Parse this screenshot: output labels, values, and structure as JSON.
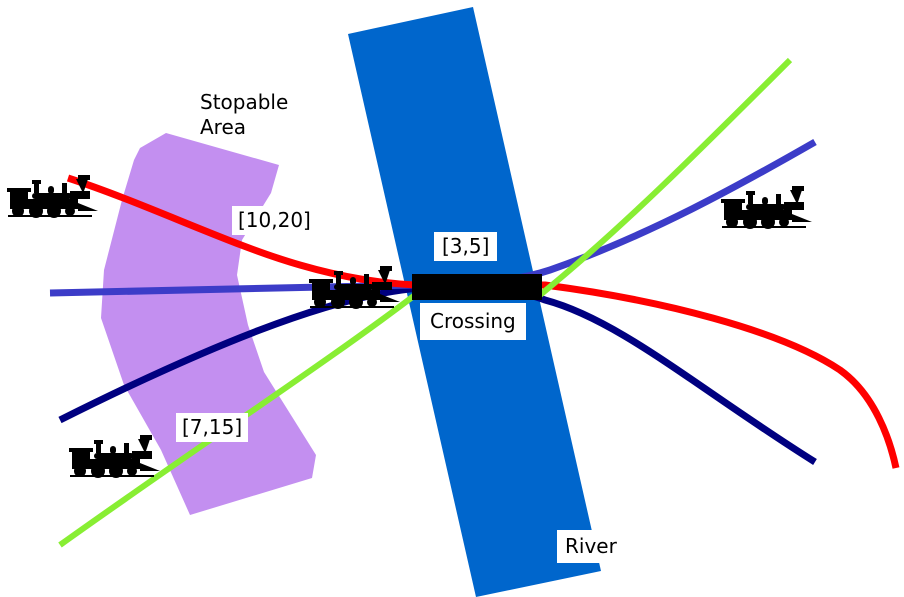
{
  "labels": {
    "stopable_area": [
      "Stopable",
      "Area"
    ],
    "interval_red": "[10,20]",
    "interval_crossing": "[3,5]",
    "interval_green": "[7,15]",
    "crossing": "Crossing",
    "river": "River"
  },
  "colors": {
    "river": "#0066cc",
    "stopable_area": "#c38ff0",
    "track_red": "#ff0000",
    "track_blue": "#3c3cc8",
    "track_navy": "#000080",
    "track_green": "#88ee33",
    "crossing_bar": "#000000",
    "train": "#000000"
  },
  "icons": [
    "train-icon"
  ]
}
